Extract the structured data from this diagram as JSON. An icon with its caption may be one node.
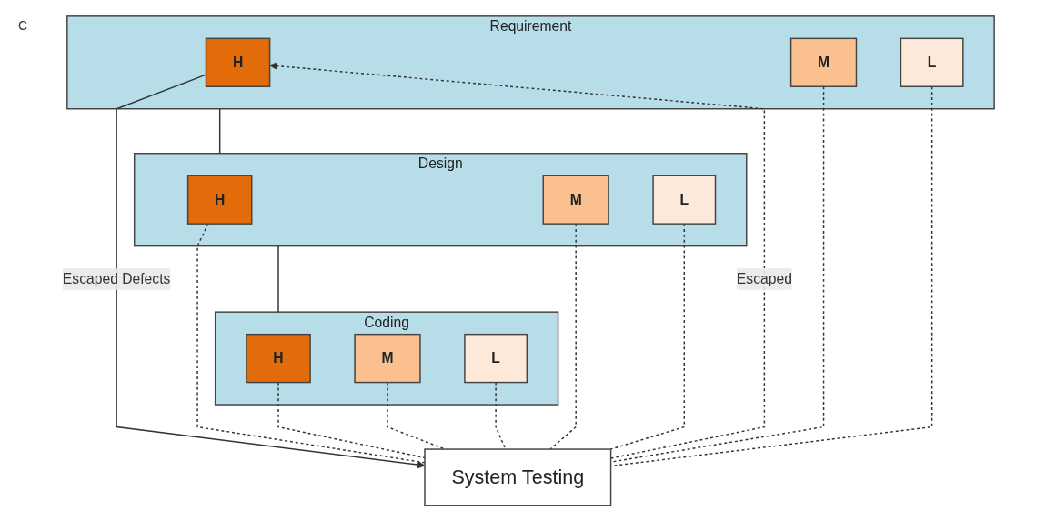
{
  "diagram": {
    "nodes": [
      {
        "text": [
          "Requirement"
        ]
      },
      {
        "text": [
          "H"
        ],
        "in": 0
      },
      {
        "text": [
          "M"
        ],
        "in": 0
      },
      {
        "text": [
          "L"
        ],
        "in": 0
      },
      {
        "text": [
          "Design"
        ]
      },
      {
        "text": [
          "H"
        ],
        "in": 4
      },
      {
        "text": [
          "M"
        ],
        "in": 4
      },
      {
        "text": [
          "L"
        ],
        "in": 4
      },
      {
        "text": [
          "Coding"
        ]
      },
      {
        "text": [
          "H"
        ],
        "in": 8
      },
      {
        "text": [
          "M"
        ],
        "in": 8
      },
      {
        "text": [
          "L"
        ],
        "in": 8
      },
      {
        "text": [
          "System Testing"
        ]
      }
    ],
    "edges": [
      {
        "from": 0,
        "to": 4,
        "arrow": "none"
      },
      {
        "from": 4,
        "to": 8,
        "arrow": "none"
      },
      {
        "from": 1,
        "to": 12,
        "arrow": "to",
        "label": "Escaped Defects"
      },
      {
        "from": 12,
        "to": 1,
        "arrow": "to",
        "label": "Escaped",
        "style": "dashed"
      },
      {
        "from": 2,
        "to": 12,
        "arrow": "none",
        "style": "dashed"
      },
      {
        "from": 3,
        "to": 12,
        "arrow": "none",
        "style": "dashed"
      },
      {
        "from": 5,
        "to": 12,
        "arrow": "none",
        "style": "dashed"
      },
      {
        "from": 6,
        "to": 12,
        "arrow": "none",
        "style": "dashed"
      },
      {
        "from": 7,
        "to": 12,
        "arrow": "none",
        "style": "dashed"
      },
      {
        "from": 9,
        "to": 12,
        "arrow": "none",
        "style": "dashed"
      },
      {
        "from": 10,
        "to": 12,
        "arrow": "none",
        "style": "dashed"
      },
      {
        "from": 11,
        "to": 12,
        "arrow": "none",
        "style": "dashed"
      }
    ],
    "labels": [
      "C"
    ]
  }
}
